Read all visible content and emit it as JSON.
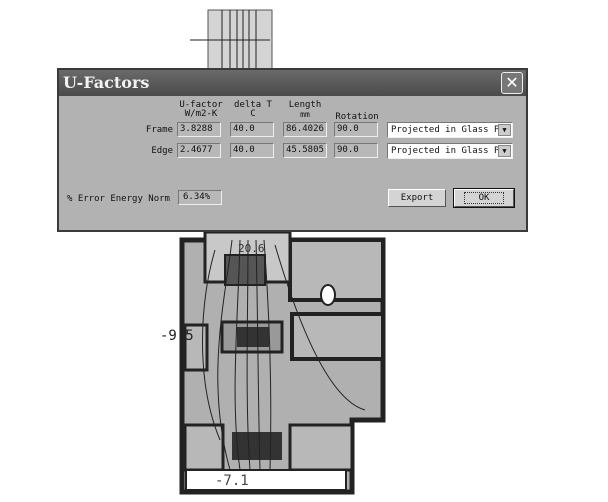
{
  "dialog": {
    "title": "U-Factors",
    "columns": {
      "ufactor": [
        "U-factor",
        "W/m2-K"
      ],
      "deltat": [
        "delta T",
        "C"
      ],
      "length": [
        "Length",
        "mm"
      ],
      "rotation": "Rotation"
    },
    "rows": [
      {
        "label": "Frame",
        "ufactor": "3.8288",
        "deltat": "40.0",
        "length": "86.4026",
        "rotation": "90.0",
        "projection": "Projected in Glass P"
      },
      {
        "label": "Edge",
        "ufactor": "2.4677",
        "deltat": "40.0",
        "length": "45.5805",
        "rotation": "90.0",
        "projection": "Projected in Glass P"
      }
    ],
    "error_label": "% Error Energy Norm",
    "error_value": "6.34%",
    "export_label": "Export",
    "ok_label": "OK"
  },
  "drawing": {
    "labels": [
      "-9.5",
      "-7.1",
      "20.6"
    ]
  }
}
